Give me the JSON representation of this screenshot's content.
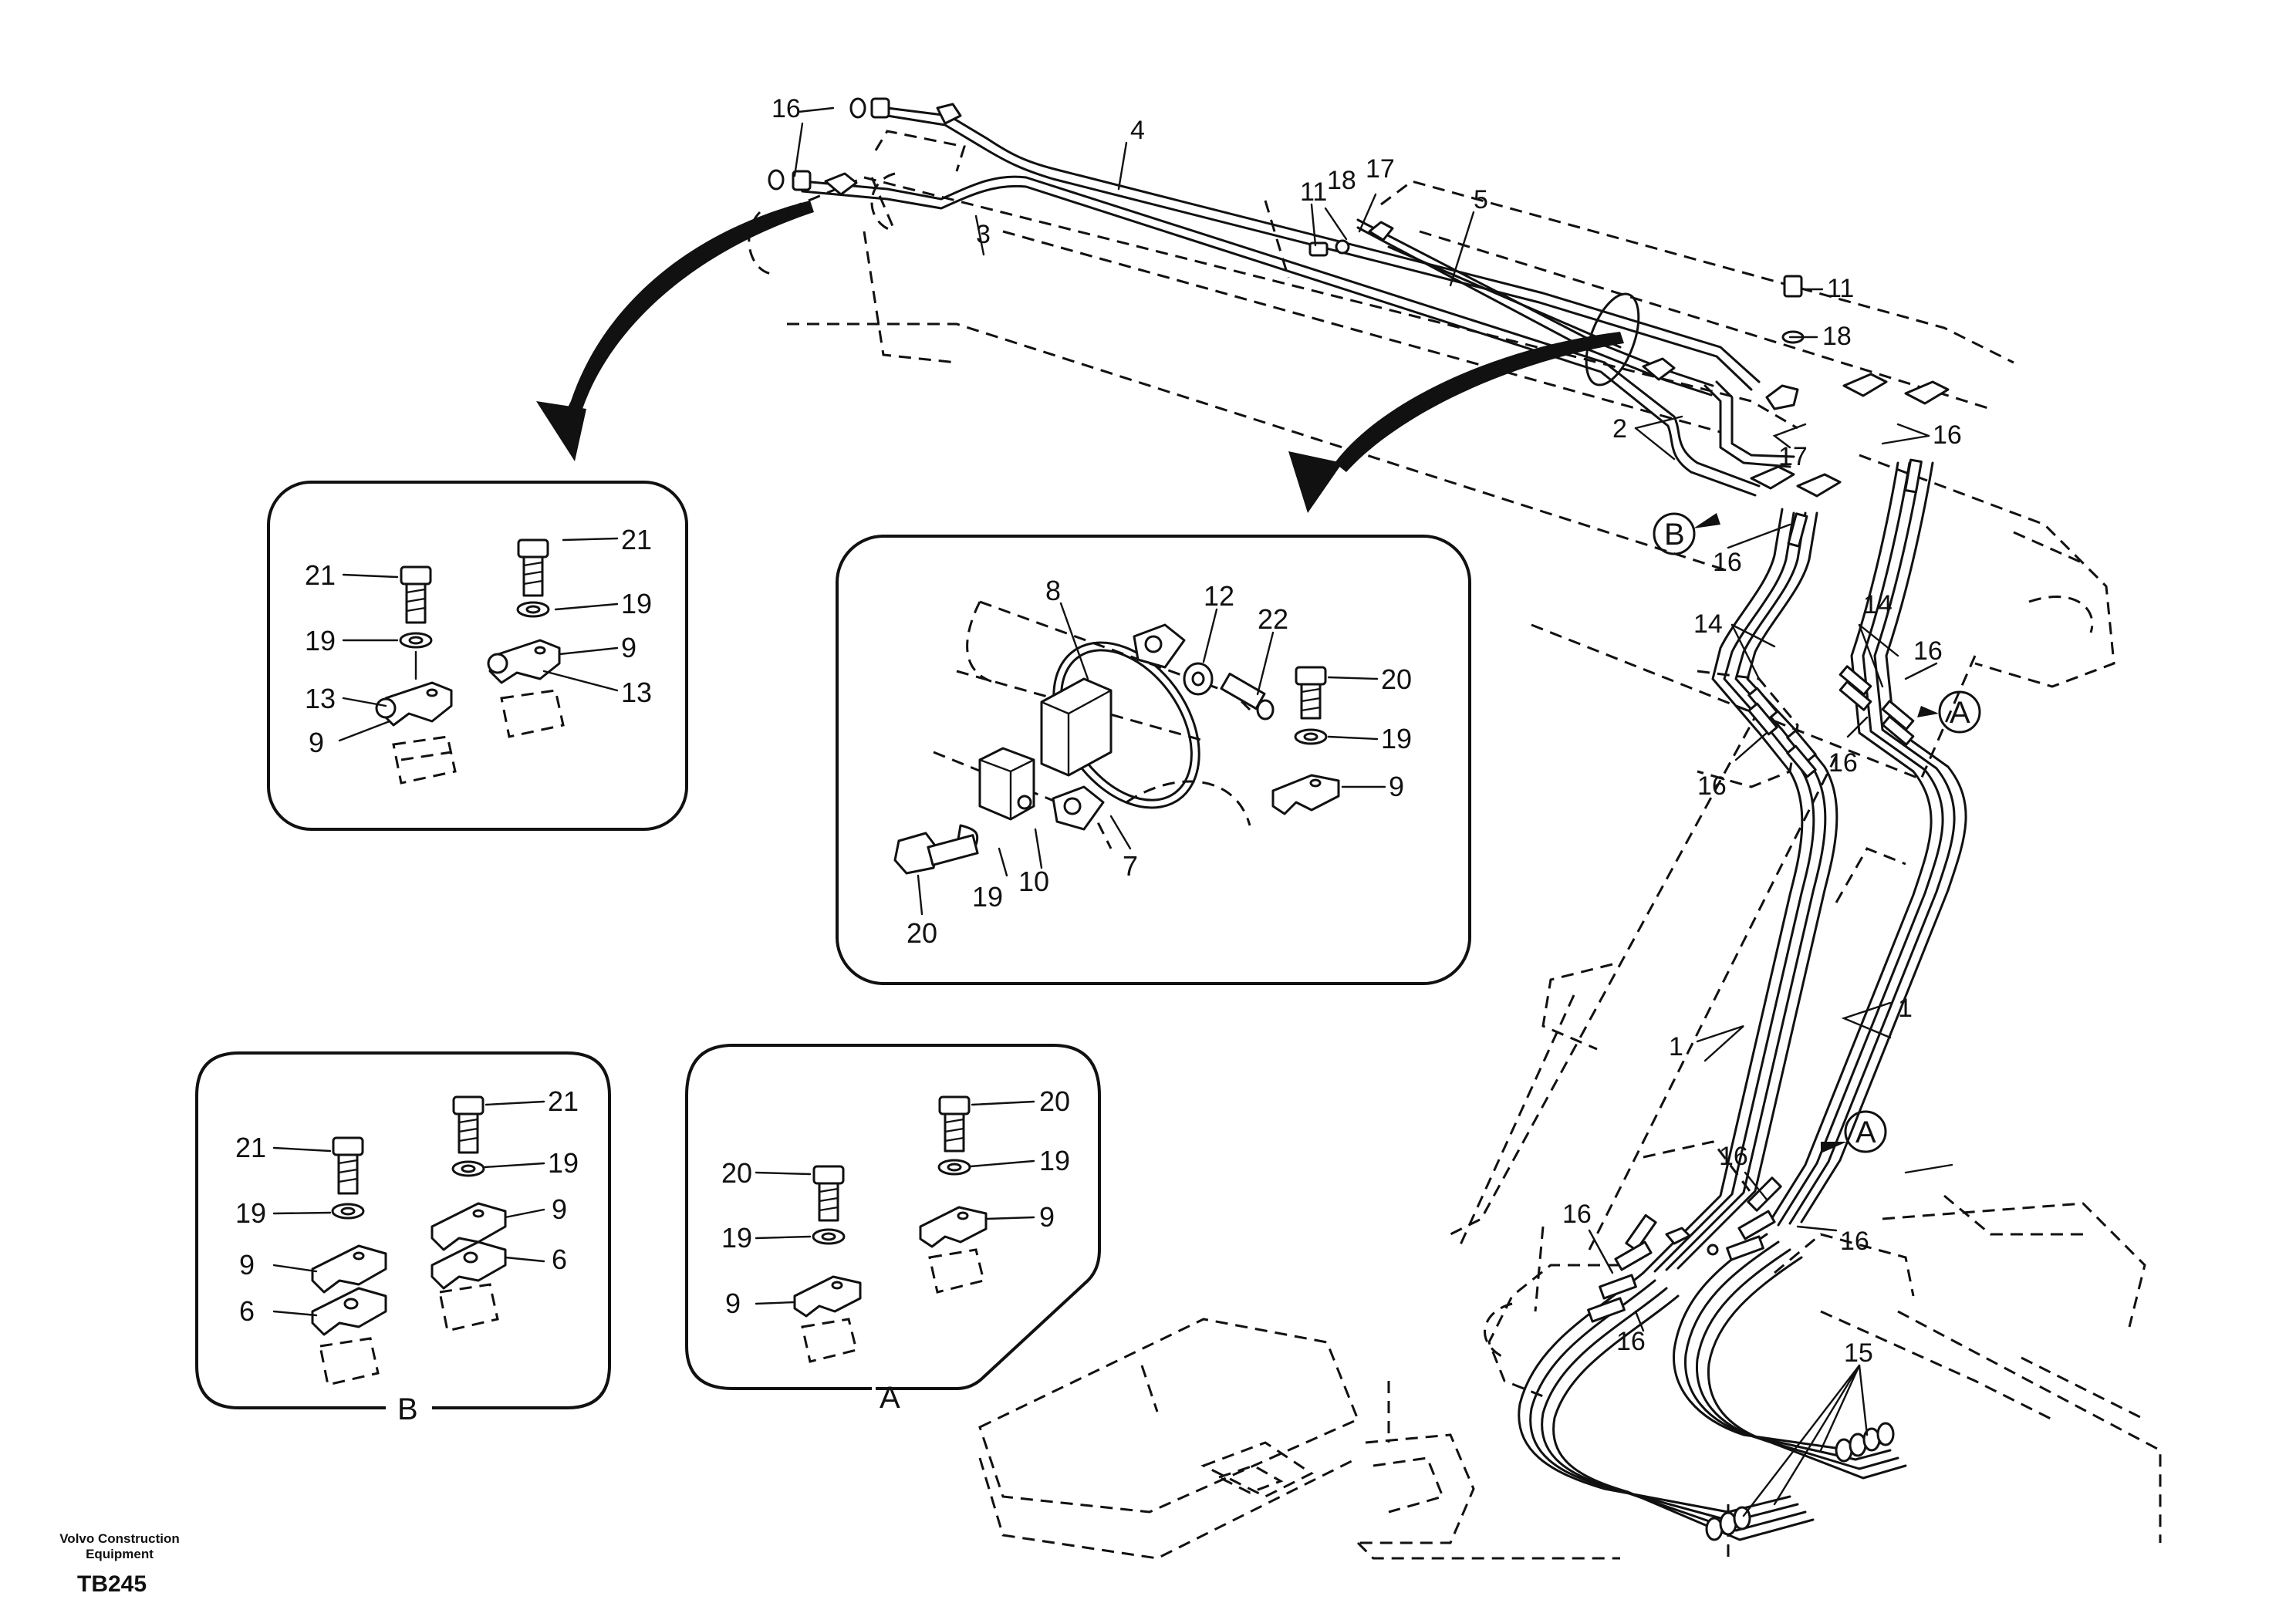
{
  "footer": {
    "company_line1": "Volvo Construction",
    "company_line2": "Equipment",
    "code": "TB245"
  },
  "main": {
    "callouts": [
      "16",
      "4",
      "11",
      "18",
      "17",
      "5",
      "3",
      "11",
      "18",
      "2",
      "17",
      "16",
      "B",
      "16",
      "14",
      "14",
      "16",
      "A",
      "16",
      "16",
      "1",
      "1",
      "A",
      "16",
      "16",
      "16",
      "16",
      "15"
    ]
  },
  "detail_left": {
    "callouts": [
      "21",
      "21",
      "19",
      "19",
      "13",
      "9",
      "13",
      "9"
    ]
  },
  "detail_center": {
    "callouts": [
      "8",
      "12",
      "22",
      "20",
      "19",
      "9",
      "20",
      "19",
      "10",
      "7"
    ]
  },
  "detail_b": {
    "callouts": [
      "21",
      "21",
      "19",
      "19",
      "9",
      "9",
      "6",
      "6"
    ],
    "label": "B"
  },
  "detail_a": {
    "callouts": [
      "20",
      "20",
      "19",
      "19",
      "9",
      "9"
    ],
    "label": "A"
  }
}
